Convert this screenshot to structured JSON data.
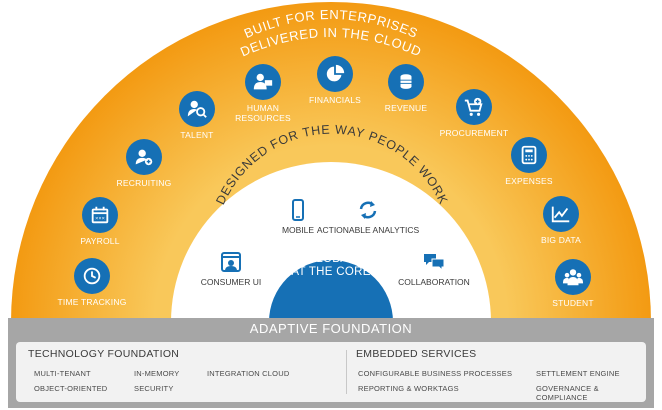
{
  "headline": {
    "line1": "BUILT FOR ENTERPRISES",
    "line2": "DELIVERED IN THE CLOUD"
  },
  "inner_arc_title": "DESIGNED FOR THE WAY PEOPLE WORK",
  "core": {
    "line1": "GLOBAL",
    "line2": "AT THE CORE"
  },
  "applications": [
    {
      "label": "TIME TRACKING",
      "icon": "clock-icon"
    },
    {
      "label": "PAYROLL",
      "icon": "calendar-icon"
    },
    {
      "label": "RECRUITING",
      "icon": "person-add-icon"
    },
    {
      "label": "TALENT",
      "icon": "person-search-icon"
    },
    {
      "label": "HUMAN RESOURCES",
      "icon": "people-icon"
    },
    {
      "label": "FINANCIALS",
      "icon": "pie-chart-icon"
    },
    {
      "label": "REVENUE",
      "icon": "coins-icon"
    },
    {
      "label": "PROCUREMENT",
      "icon": "cart-icon"
    },
    {
      "label": "EXPENSES",
      "icon": "calculator-icon"
    },
    {
      "label": "BIG DATA",
      "icon": "line-chart-icon"
    },
    {
      "label": "STUDENT",
      "icon": "students-icon"
    }
  ],
  "features": [
    {
      "label": "CONSUMER UI",
      "icon": "consumer-ui-icon"
    },
    {
      "label": "MOBILE",
      "icon": "mobile-icon"
    },
    {
      "label": "ACTIONABLE ANALYTICS",
      "icon": "refresh-arrows-icon"
    },
    {
      "label": "COLLABORATION",
      "icon": "chat-bubbles-icon"
    }
  ],
  "foundation": {
    "title": "ADAPTIVE FOUNDATION",
    "technology": {
      "title": "TECHNOLOGY FOUNDATION",
      "items": [
        "MULTI-TENANT",
        "IN-MEMORY",
        "INTEGRATION CLOUD",
        "OBJECT-ORIENTED",
        "SECURITY"
      ]
    },
    "services": {
      "title": "EMBEDDED SERVICES",
      "items": [
        "CONFIGURABLE BUSINESS PROCESSES",
        "SETTLEMENT ENGINE",
        "REPORTING & WORKTAGS",
        "GOVERNANCE & COMPLIANCE"
      ]
    }
  },
  "colors": {
    "orange_outer": "#f6a21b",
    "orange_inner": "#f8bd4c",
    "icon_blue": "#1670b5",
    "core_blue": "#1670b5",
    "foundation_gray": "#a6a6a6",
    "panel_gray": "#f2f2f2"
  }
}
